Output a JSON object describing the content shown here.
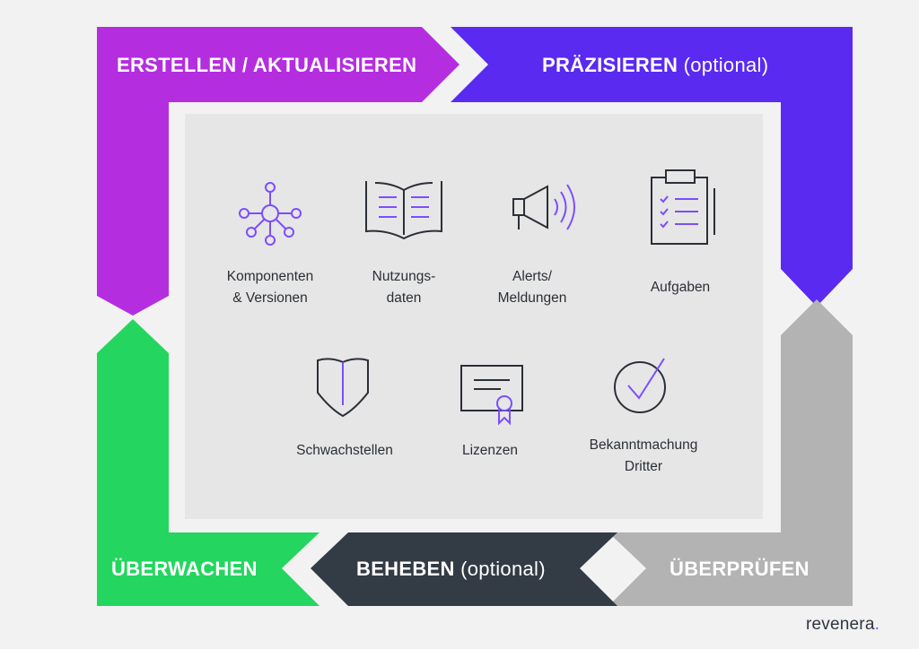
{
  "stages": {
    "create": {
      "label": "ERSTELLEN / AKTUALISIEREN",
      "suffix": "",
      "color": "#b42ee0"
    },
    "refine": {
      "label": "PRÄZISIEREN",
      "suffix": "(optional)",
      "color": "#5a2af0"
    },
    "review": {
      "label": "ÜBERPRÜFEN",
      "suffix": "",
      "color": "#b3b3b3"
    },
    "fix": {
      "label": "BEHEBEN",
      "suffix": "(optional)",
      "color": "#333b45"
    },
    "monitor": {
      "label": "ÜBERWACHEN",
      "suffix": "",
      "color": "#24d65f"
    }
  },
  "items": [
    {
      "label": "Komponenten\n& Versionen",
      "icon": "network-icon"
    },
    {
      "label": "Nutzungs-\ndaten",
      "icon": "open-book-icon"
    },
    {
      "label": "Alerts/\nMeldungen",
      "icon": "megaphone-icon"
    },
    {
      "label": "Aufgaben",
      "icon": "clipboard-checklist-icon"
    },
    {
      "label": "Schwachstellen",
      "icon": "shield-icon"
    },
    {
      "label": "Lizenzen",
      "icon": "certificate-icon"
    },
    {
      "label": "Bekanntmachung\nDritter",
      "icon": "check-circle-icon"
    }
  ],
  "logo": {
    "text": "revenera",
    "accent_color": "#7c4dff"
  },
  "colors": {
    "icon_line": "#2b2f36",
    "icon_accent": "#7c4dff",
    "panel": "#e6e6e6",
    "panel_frame": "#f2f2f2"
  }
}
